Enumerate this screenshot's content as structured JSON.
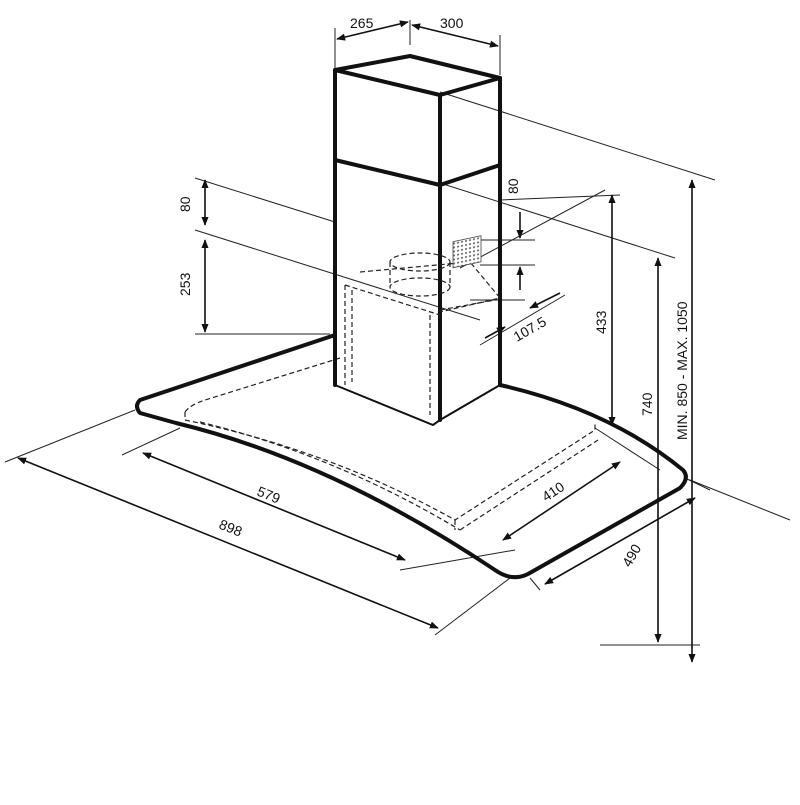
{
  "diagram": {
    "kind": "cooker-hood-dimension-drawing",
    "colors": {
      "ink": "#111111",
      "background": "#ffffff"
    },
    "dimensions": {
      "chimney_width": "265",
      "chimney_depth": "300",
      "upper_gap": "80",
      "bracket_height": "253",
      "outlet_height": "80",
      "outlet_offset": "107.5",
      "chimney_lower": "433",
      "total_height": "740",
      "height_range": "MIN. 850 - MAX. 1050",
      "filter_width": "579",
      "hood_width": "898",
      "filter_depth": "410",
      "hood_depth": "490"
    }
  }
}
